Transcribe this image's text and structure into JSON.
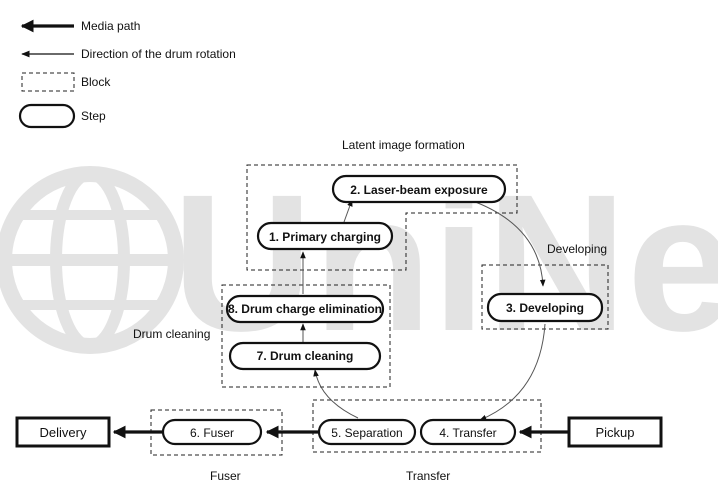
{
  "legend": {
    "media_path": "Media path",
    "drum_rotation": "Direction of the drum rotation",
    "block": "Block",
    "step": "Step"
  },
  "blocks": {
    "latent": "Latent image formation",
    "developing": "Developing",
    "drum_cleaning": "Drum cleaning",
    "fuser": "Fuser",
    "transfer": "Transfer"
  },
  "steps": {
    "s1": "1. Primary charging",
    "s2": "2. Laser-beam exposure",
    "s3": "3. Developing",
    "s4": "4. Transfer",
    "s5": "5. Separation",
    "s6": "6. Fuser",
    "s7": "7. Drum cleaning",
    "s8": "8. Drum charge elimination"
  },
  "endpoints": {
    "pickup": "Pickup",
    "delivery": "Delivery"
  },
  "watermark": "UniNet",
  "colors": {
    "ink": "#111111",
    "watermark": "#e3e3e3"
  }
}
